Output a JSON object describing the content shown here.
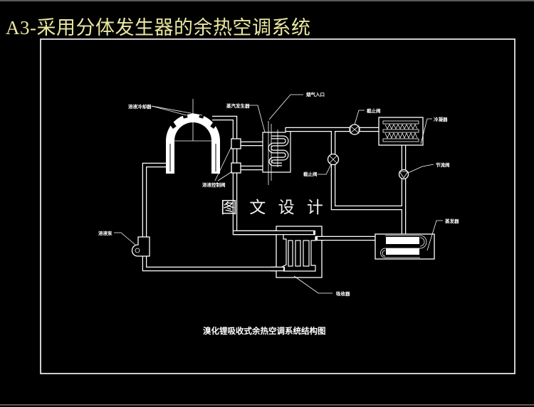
{
  "title": "A3-采用分体发生器的余热空调系统",
  "watermark": "图 文 设 计",
  "caption": "溴化锂吸收式余热空调系统结构图",
  "labels": {
    "solution_cooler": "溶液冷却器",
    "steam_generator": "蒸汽发生器",
    "flue_gas_inlet": "烟气入口",
    "solution_control_valve": "溶液控制阀",
    "stop_valve_top": "截止阀",
    "condenser": "冷凝器",
    "throttle_valve": "节流阀",
    "stop_valve_mid": "截止阀",
    "evaporator": "蒸发器",
    "absorber": "吸收器",
    "solution_pump": "溶液泵"
  },
  "colors": {
    "background": "#000000",
    "title": "#e9e7a0",
    "drawing_lines": "#ffffff"
  }
}
